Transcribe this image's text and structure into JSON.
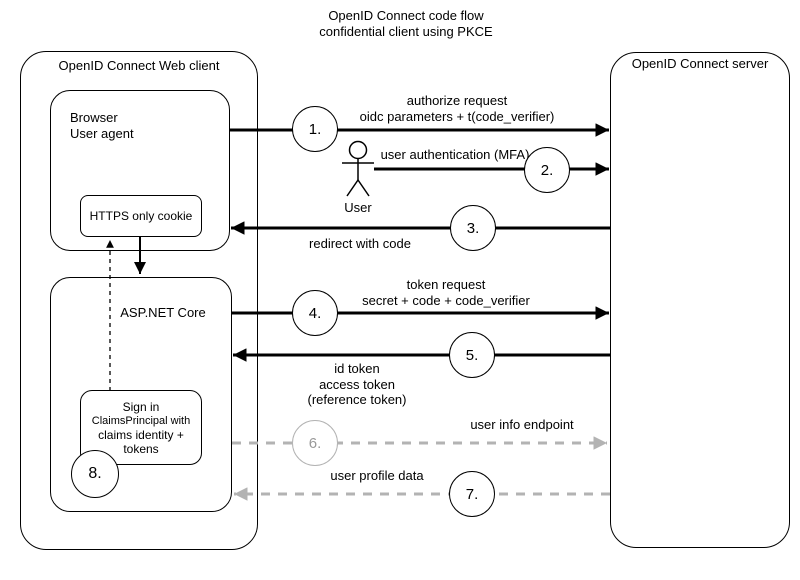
{
  "diagram_title": {
    "line1": "OpenID Connect code flow",
    "line2": "confidential client using PKCE"
  },
  "client_box": {
    "label": "OpenID Connect Web client"
  },
  "browser_box": {
    "line1": "Browser",
    "line2": "User agent"
  },
  "cookie_box": {
    "label": "HTTPS only cookie"
  },
  "aspnet_box": {
    "label": "ASP.NET Core"
  },
  "signin_box": {
    "line1": "Sign in",
    "line2": "ClaimsPrincipal with",
    "line3": "claims identity +",
    "line4": "tokens"
  },
  "server_box": {
    "label": "OpenID Connect server"
  },
  "actor": {
    "label": "User"
  },
  "steps": {
    "s1": {
      "num": "1.",
      "line1": "authorize request",
      "line2": "oidc parameters + t(code_verifier)"
    },
    "s2": {
      "num": "2.",
      "line1": "user authentication (MFA)"
    },
    "s3": {
      "num": "3.",
      "line1": "redirect with code"
    },
    "s4": {
      "num": "4.",
      "line1": "token request",
      "line2": "secret + code + code_verifier"
    },
    "s5": {
      "num": "5.",
      "line1": "id token",
      "line2": "access token",
      "line3": "(reference token)"
    },
    "s6": {
      "num": "6.",
      "line1": "user info endpoint"
    },
    "s7": {
      "num": "7.",
      "line1": "user profile data"
    },
    "s8": {
      "num": "8."
    }
  },
  "colors": {
    "solid_arrow": "#000000",
    "dashed_arrow": "#b3b3b3",
    "step6_gray": "#999999",
    "background": "#ffffff",
    "text": "#000000"
  }
}
